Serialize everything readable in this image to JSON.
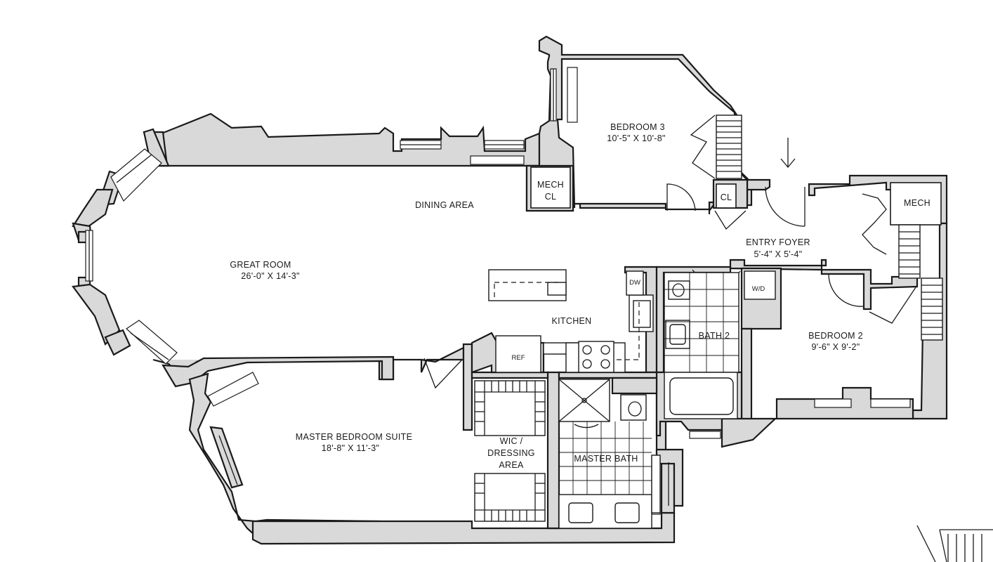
{
  "rooms": {
    "bedroom3": {
      "name": "BEDROOM 3",
      "dims": "10'-5\" X 10'-8\""
    },
    "dining": {
      "name": "DINING AREA"
    },
    "great_room": {
      "name": "GREAT ROOM",
      "dims": "26'-0\" X 14'-3\""
    },
    "kitchen": {
      "name": "KITCHEN"
    },
    "entry_foyer": {
      "name": "ENTRY FOYER",
      "dims": "5'-4\" X 5'-4\""
    },
    "bath2": {
      "name": "BATH 2"
    },
    "bedroom2": {
      "name": "BEDROOM 2",
      "dims": "9'-6\" X 9'-2\""
    },
    "master_suite": {
      "name": "MASTER BEDROOM SUITE",
      "dims": "18'-8\" X 11'-3\""
    },
    "wic": {
      "line1": "WIC /",
      "line2": "DRESSING",
      "line3": "AREA"
    },
    "master_bath": {
      "name": "MASTER BATH"
    }
  },
  "closets": {
    "mech_left": {
      "line1": "MECH",
      "line2": "CL"
    },
    "cl": "CL",
    "mech_right": "MECH"
  },
  "appliances": {
    "dw": "DW",
    "wd": "W/D",
    "ref": "REF"
  },
  "colors": {
    "wall_fill": "#d9d9d9",
    "line": "#1a1a1a",
    "background": "#ffffff"
  }
}
